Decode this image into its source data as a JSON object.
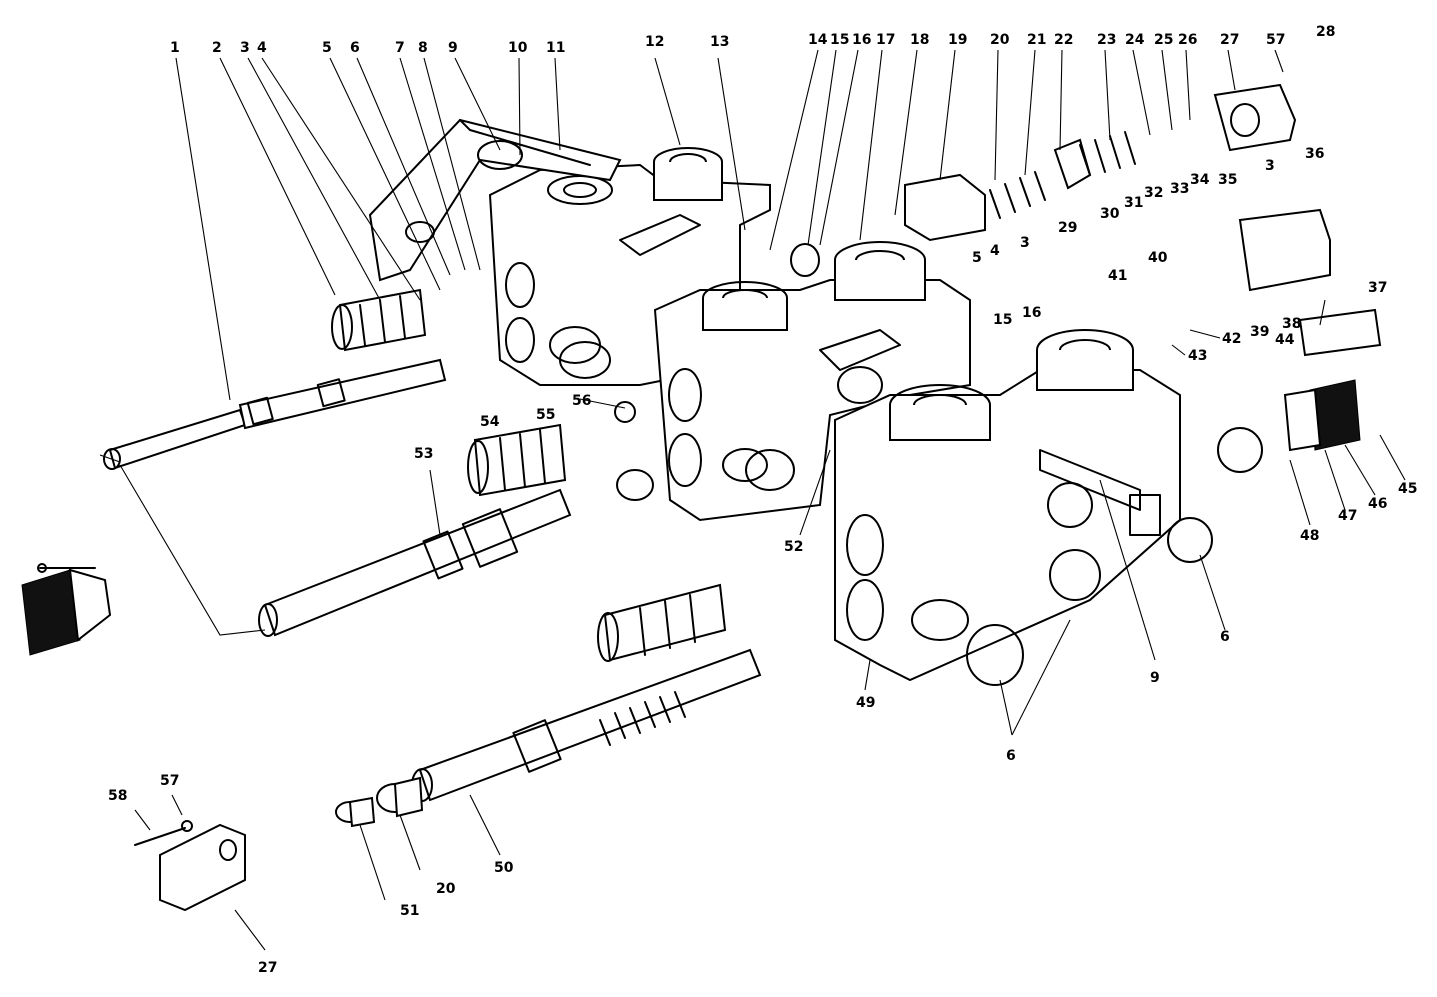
{
  "callouts": [
    {
      "label": "1"
    },
    {
      "label": "2"
    },
    {
      "label": "3"
    },
    {
      "label": "4"
    },
    {
      "label": "5"
    },
    {
      "label": "6"
    },
    {
      "label": "7"
    },
    {
      "label": "8"
    },
    {
      "label": "9"
    },
    {
      "label": "10"
    },
    {
      "label": "11"
    },
    {
      "label": "12"
    },
    {
      "label": "13"
    },
    {
      "label": "14"
    },
    {
      "label": "15"
    },
    {
      "label": "16"
    },
    {
      "label": "17"
    },
    {
      "label": "18"
    },
    {
      "label": "19"
    },
    {
      "label": "20"
    },
    {
      "label": "21"
    },
    {
      "label": "22"
    },
    {
      "label": "23"
    },
    {
      "label": "24"
    },
    {
      "label": "25"
    },
    {
      "label": "26"
    },
    {
      "label": "27"
    },
    {
      "label": "57"
    },
    {
      "label": "28"
    },
    {
      "label": "36"
    },
    {
      "label": "3"
    },
    {
      "label": "35"
    },
    {
      "label": "34"
    },
    {
      "label": "33"
    },
    {
      "label": "32"
    },
    {
      "label": "31"
    },
    {
      "label": "30"
    },
    {
      "label": "29"
    },
    {
      "label": "3"
    },
    {
      "label": "4"
    },
    {
      "label": "5"
    },
    {
      "label": "37"
    },
    {
      "label": "41"
    },
    {
      "label": "40"
    },
    {
      "label": "15"
    },
    {
      "label": "16"
    },
    {
      "label": "38"
    },
    {
      "label": "39"
    },
    {
      "label": "42"
    },
    {
      "label": "43"
    },
    {
      "label": "44"
    },
    {
      "label": "45"
    },
    {
      "label": "46"
    },
    {
      "label": "47"
    },
    {
      "label": "48"
    },
    {
      "label": "6"
    },
    {
      "label": "9"
    },
    {
      "label": "6"
    },
    {
      "label": "49"
    },
    {
      "label": "52"
    },
    {
      "label": "56"
    },
    {
      "label": "55"
    },
    {
      "label": "54"
    },
    {
      "label": "53"
    },
    {
      "label": "50"
    },
    {
      "label": "20"
    },
    {
      "label": "51"
    },
    {
      "label": "58"
    },
    {
      "label": "57"
    },
    {
      "label": "27"
    }
  ]
}
